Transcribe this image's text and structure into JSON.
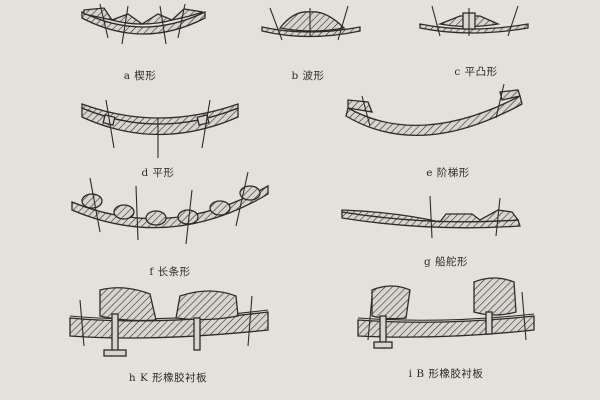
{
  "captions": {
    "a": "a  楔形",
    "b": "b  波形",
    "c": "c  平凸形",
    "d": "d  平形",
    "e": "e  阶梯形",
    "f": "f  长条形",
    "g": "g  船舵形",
    "h": "h  K 形橡胶衬板",
    "i": "i  B 形橡胶衬板"
  },
  "colors": {
    "paper": "#e4e1da",
    "ink": "#2b2b2b"
  }
}
